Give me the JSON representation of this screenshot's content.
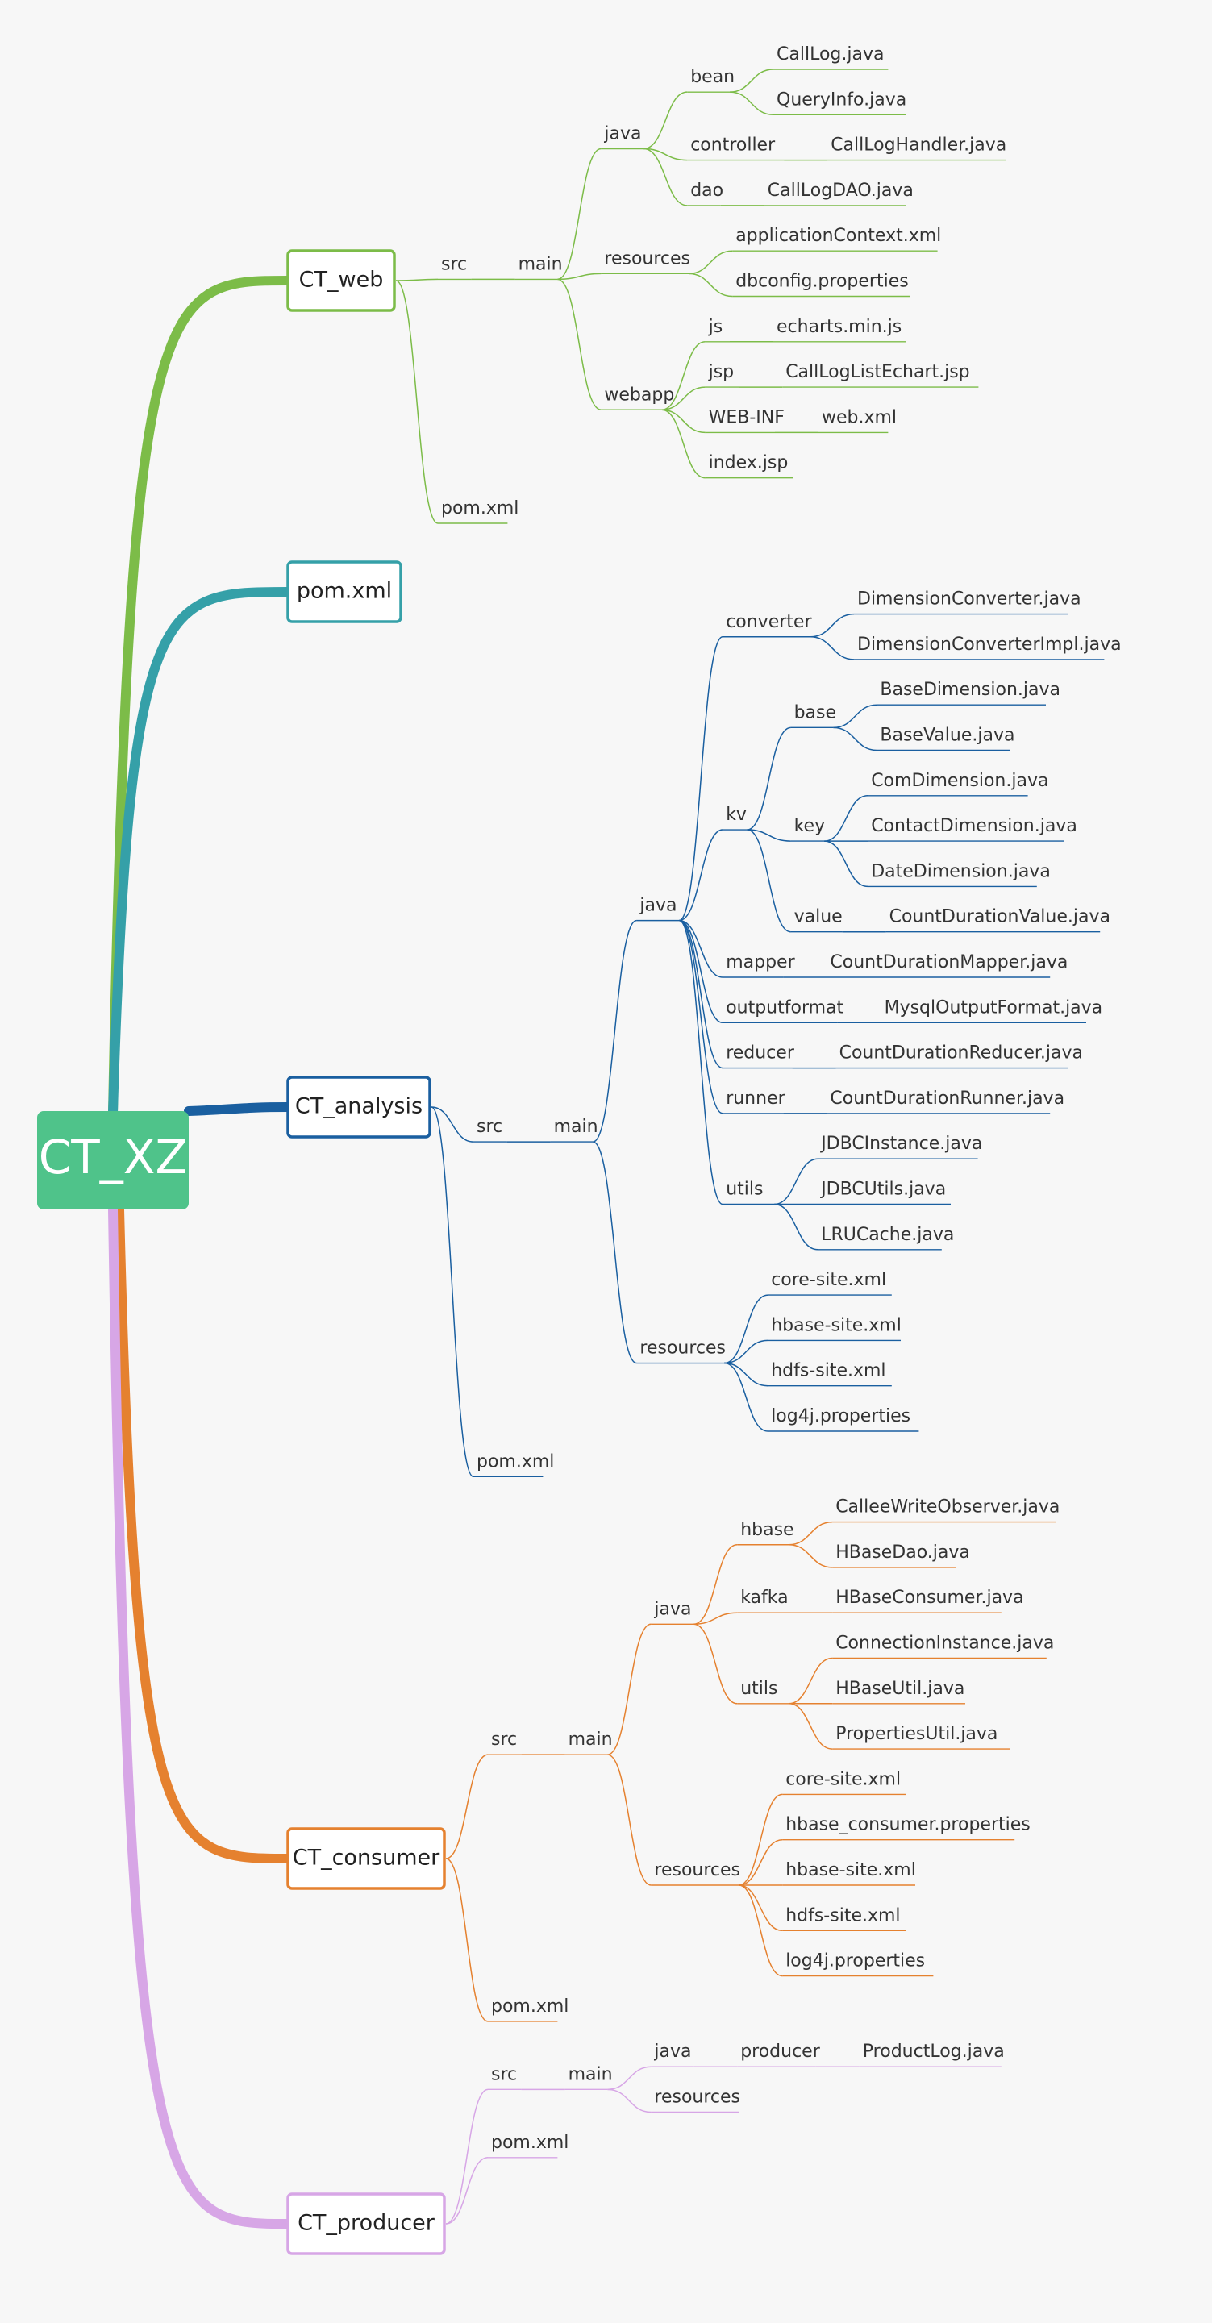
{
  "root": {
    "label": "CT_XZ",
    "color": "#4fc38a"
  },
  "branches": [
    {
      "label": "CT_web",
      "color": "#7cbc48",
      "children": [
        {
          "label": "src",
          "children": [
            {
              "label": "main",
              "children": [
                {
                  "label": "java",
                  "children": [
                    {
                      "label": "bean",
                      "children": [
                        {
                          "label": "CallLog.java"
                        },
                        {
                          "label": "QueryInfo.java"
                        }
                      ]
                    },
                    {
                      "label": "controller",
                      "children": [
                        {
                          "label": "CallLogHandler.java"
                        }
                      ]
                    },
                    {
                      "label": "dao",
                      "children": [
                        {
                          "label": "CallLogDAO.java"
                        }
                      ]
                    }
                  ]
                },
                {
                  "label": "resources",
                  "children": [
                    {
                      "label": "applicationContext.xml"
                    },
                    {
                      "label": "dbconfig.properties"
                    }
                  ]
                },
                {
                  "label": "webapp",
                  "children": [
                    {
                      "label": "js",
                      "children": [
                        {
                          "label": "echarts.min.js"
                        }
                      ]
                    },
                    {
                      "label": "jsp",
                      "children": [
                        {
                          "label": "CallLogListEchart.jsp"
                        }
                      ]
                    },
                    {
                      "label": "WEB-INF",
                      "children": [
                        {
                          "label": "web.xml"
                        }
                      ]
                    },
                    {
                      "label": "index.jsp"
                    }
                  ]
                }
              ]
            }
          ]
        },
        {
          "label": "pom.xml"
        }
      ]
    },
    {
      "label": "pom.xml",
      "color": "#35a0a8",
      "children": []
    },
    {
      "label": "CT_analysis",
      "color": "#1a5fa0",
      "children": [
        {
          "label": "src",
          "children": [
            {
              "label": "main",
              "children": [
                {
                  "label": "java",
                  "children": [
                    {
                      "label": "converter",
                      "children": [
                        {
                          "label": "DimensionConverter.java"
                        },
                        {
                          "label": "DimensionConverterImpl.java"
                        }
                      ]
                    },
                    {
                      "label": "kv",
                      "children": [
                        {
                          "label": "base",
                          "children": [
                            {
                              "label": "BaseDimension.java"
                            },
                            {
                              "label": "BaseValue.java"
                            }
                          ]
                        },
                        {
                          "label": "key",
                          "children": [
                            {
                              "label": "ComDimension.java"
                            },
                            {
                              "label": "ContactDimension.java"
                            },
                            {
                              "label": "DateDimension.java"
                            }
                          ]
                        },
                        {
                          "label": "value",
                          "children": [
                            {
                              "label": "CountDurationValue.java"
                            }
                          ]
                        }
                      ]
                    },
                    {
                      "label": "mapper",
                      "children": [
                        {
                          "label": "CountDurationMapper.java"
                        }
                      ]
                    },
                    {
                      "label": "outputformat",
                      "children": [
                        {
                          "label": "MysqlOutputFormat.java"
                        }
                      ]
                    },
                    {
                      "label": "reducer",
                      "children": [
                        {
                          "label": "CountDurationReducer.java"
                        }
                      ]
                    },
                    {
                      "label": "runner",
                      "children": [
                        {
                          "label": "CountDurationRunner.java"
                        }
                      ]
                    },
                    {
                      "label": "utils",
                      "children": [
                        {
                          "label": "JDBCInstance.java"
                        },
                        {
                          "label": "JDBCUtils.java"
                        },
                        {
                          "label": "LRUCache.java"
                        }
                      ]
                    }
                  ]
                },
                {
                  "label": "resources",
                  "children": [
                    {
                      "label": "core-site.xml"
                    },
                    {
                      "label": "hbase-site.xml"
                    },
                    {
                      "label": "hdfs-site.xml"
                    },
                    {
                      "label": "log4j.properties"
                    }
                  ]
                }
              ]
            }
          ]
        },
        {
          "label": "pom.xml"
        }
      ]
    },
    {
      "label": "CT_consumer",
      "color": "#e5812f",
      "children": [
        {
          "label": "src",
          "children": [
            {
              "label": "main",
              "children": [
                {
                  "label": "java",
                  "children": [
                    {
                      "label": "hbase",
                      "children": [
                        {
                          "label": "CalleeWriteObserver.java"
                        },
                        {
                          "label": "HBaseDao.java"
                        }
                      ]
                    },
                    {
                      "label": "kafka",
                      "children": [
                        {
                          "label": "HBaseConsumer.java"
                        }
                      ]
                    },
                    {
                      "label": "utils",
                      "children": [
                        {
                          "label": "ConnectionInstance.java"
                        },
                        {
                          "label": "HBaseUtil.java"
                        },
                        {
                          "label": "PropertiesUtil.java"
                        }
                      ]
                    }
                  ]
                },
                {
                  "label": "resources",
                  "children": [
                    {
                      "label": "core-site.xml"
                    },
                    {
                      "label": "hbase_consumer.properties"
                    },
                    {
                      "label": "hbase-site.xml"
                    },
                    {
                      "label": "hdfs-site.xml"
                    },
                    {
                      "label": "log4j.properties"
                    }
                  ]
                }
              ]
            }
          ]
        },
        {
          "label": "pom.xml"
        }
      ]
    },
    {
      "label": "CT_producer",
      "color": "#d7a6e6",
      "children": [
        {
          "label": "src",
          "children": [
            {
              "label": "main",
              "children": [
                {
                  "label": "java",
                  "children": [
                    {
                      "label": "producer",
                      "children": [
                        {
                          "label": "ProductLog.java"
                        }
                      ]
                    }
                  ]
                },
                {
                  "label": "resources"
                }
              ]
            }
          ]
        },
        {
          "label": "pom.xml"
        }
      ]
    }
  ]
}
